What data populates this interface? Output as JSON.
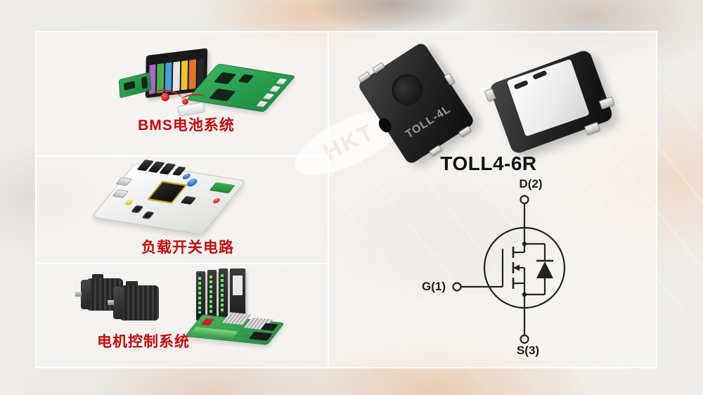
{
  "watermark": {
    "text": "HKT"
  },
  "applications": [
    {
      "id": "bms",
      "label": "BMS电池系统"
    },
    {
      "id": "load-switch",
      "label": "负载开关电路"
    },
    {
      "id": "motor-control",
      "label": "电机控制系统"
    }
  ],
  "package": {
    "title": "TOLL4-6R",
    "top_marking": "TOLL-4L"
  },
  "schematic": {
    "pins": {
      "drain": "D(2)",
      "gate": "G(1)",
      "source": "S(3)"
    }
  },
  "colors": {
    "app_label_red": "#c00c0c",
    "title_black": "#121212",
    "schematic_stroke": "#222222",
    "panel_border": "#ffffff",
    "package_body": "#1d1d1d"
  }
}
